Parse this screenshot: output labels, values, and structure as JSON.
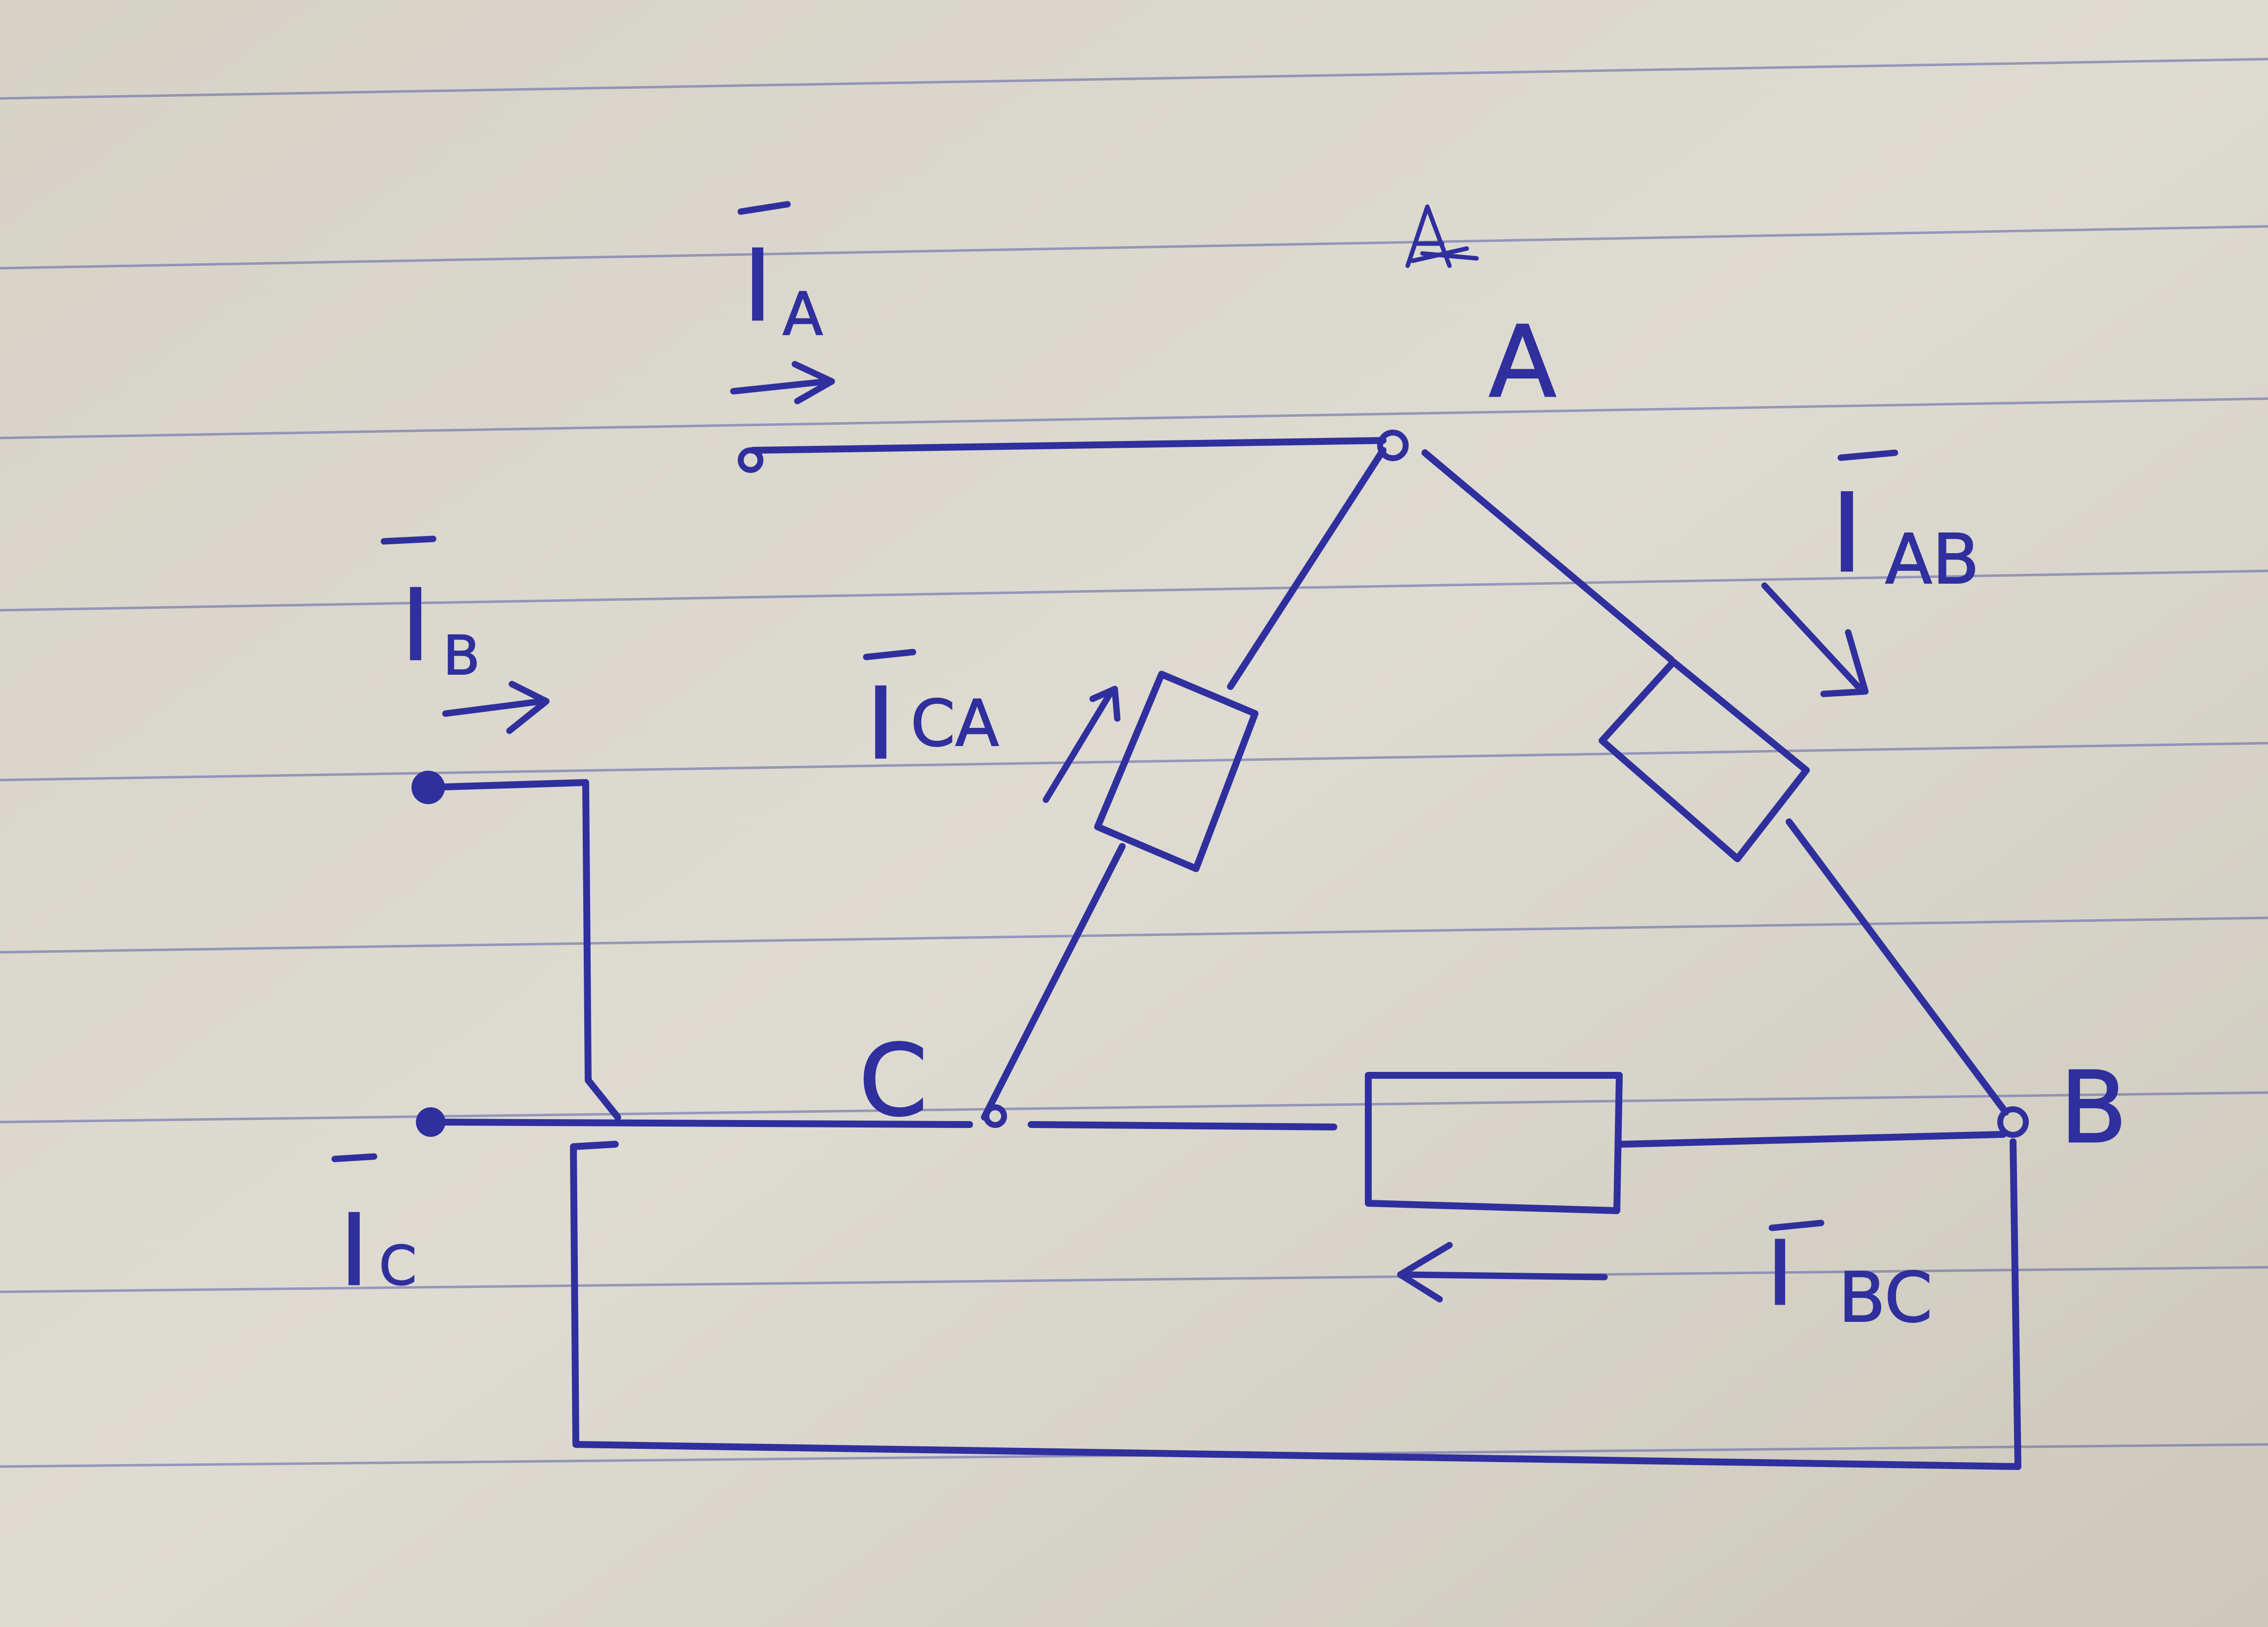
{
  "diagram": {
    "nodes": {
      "A": "A",
      "B": "B",
      "C": "C"
    },
    "currents": {
      "IA": {
        "main": "I",
        "sub": "A"
      },
      "IB": {
        "main": "I",
        "sub": "B"
      },
      "IC": {
        "main": "I",
        "sub": "C"
      },
      "IAB": {
        "main": "I",
        "sub": "AB"
      },
      "ICA": {
        "main": "I",
        "sub": "CA"
      },
      "IBC": {
        "main": "I",
        "sub": "BC"
      }
    },
    "ink_color": "#2f2f9e",
    "paper_color": "#d9d6cc",
    "line_color": "#5a5fa8"
  }
}
